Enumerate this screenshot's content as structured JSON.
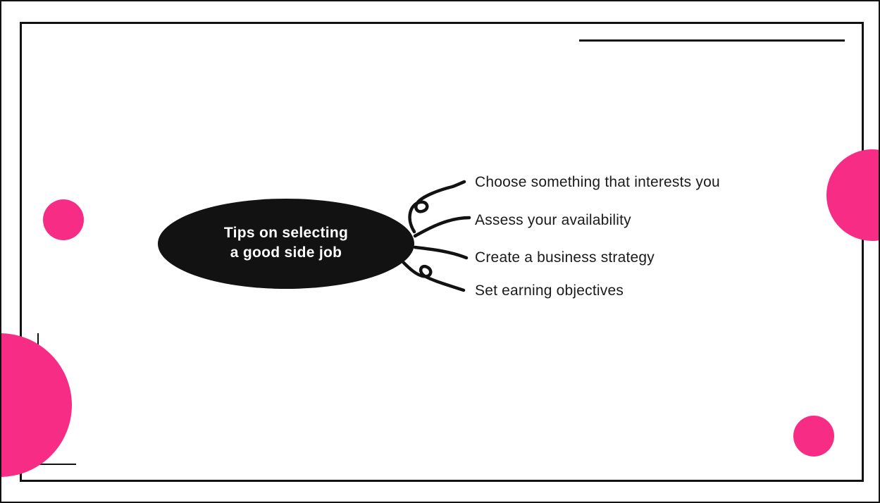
{
  "slide": {
    "type": "mind-map slide",
    "background": "#ffffff"
  },
  "theme": {
    "accent_pink": "#f72d85",
    "ink": "#121212",
    "bg": "#ffffff",
    "label_color": "#1b1b1b",
    "center_text_color": "#ffffff"
  },
  "mindmap": {
    "center": {
      "title": "Tips on selecting a good side job",
      "title_lines": [
        "Tips on selecting",
        "a good side job"
      ]
    },
    "branches": [
      {
        "label": "Choose something that interests you"
      },
      {
        "label": "Assess your availability"
      },
      {
        "label": "Create a business strategy"
      },
      {
        "label": "Set earning objectives"
      }
    ]
  }
}
